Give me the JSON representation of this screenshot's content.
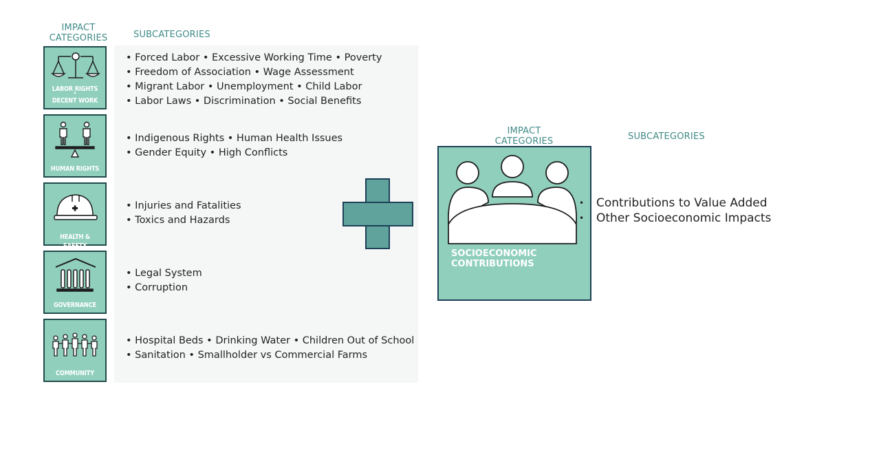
{
  "left_panel": {
    "impact_header": "IMPACT\nCATEGORIES",
    "subcategories_header": "SUBCATEGORIES",
    "categories": [
      {
        "icon": "scales-icon",
        "label_line1": "LABOR RIGHTS",
        "label_mid": "+",
        "label_line2": "DECENT WORK",
        "subcategories": [
          "Forced Labor • Excessive Working Time • Poverty",
          "Freedom of Association • Wage Assessment",
          "Migrant Labor • Unemployment • Child Labor",
          "Labor Laws • Discrimination • Social Benefits"
        ]
      },
      {
        "icon": "balance-people-icon",
        "label_line1": "HUMAN RIGHTS",
        "subcategories": [
          "Indigenous Rights • Human Health Issues",
          "Gender Equity • High Conflicts"
        ]
      },
      {
        "icon": "hard-hat-icon",
        "label_line1": "HEALTH & SAFETY",
        "subcategories": [
          "Injuries and Fatalities",
          "Toxics and Hazards"
        ]
      },
      {
        "icon": "government-building-icon",
        "label_line1": "GOVERNANCE",
        "subcategories": [
          "Legal System",
          "Corruption"
        ]
      },
      {
        "icon": "community-people-icon",
        "label_line1": "COMMUNITY",
        "subcategories": [
          "Hospital Beds • Drinking Water • Children Out of School",
          "Sanitation • Smallholder vs Commercial Farms"
        ]
      }
    ]
  },
  "plus_icon": "plus-icon",
  "right_panel": {
    "impact_header": "IMPACT\nCATEGORIES",
    "subcategories_header": "SUBCATEGORIES",
    "category": {
      "icon": "meeting-table-icon",
      "label_line1": "SOCIOECONOMIC",
      "label_line2": "CONTRIBUTIONS",
      "subcategories": [
        "Contributions to Value Added",
        "Other Socioeconomic Impacts"
      ]
    }
  },
  "colors": {
    "tile_fill": "#90cfbc",
    "tile_border": "#204a4a",
    "header_text": "#3f8a87",
    "plus_fill": "#5fa39c",
    "plus_border": "#1d3f57"
  }
}
